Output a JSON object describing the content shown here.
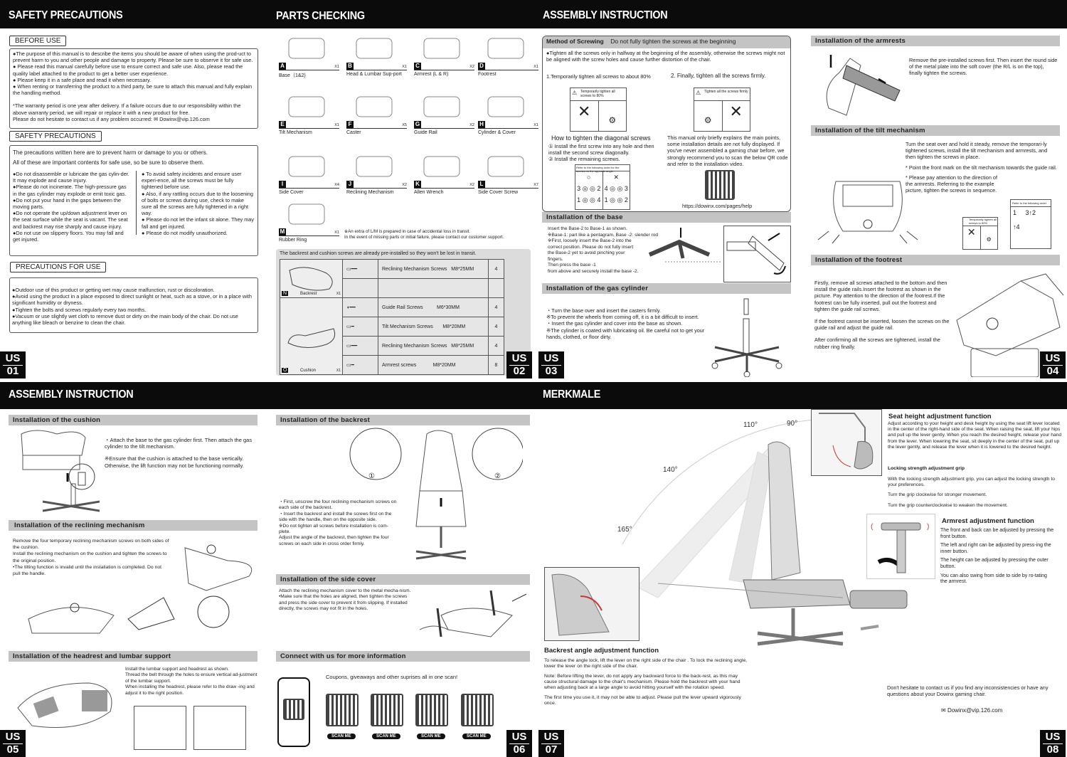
{
  "p1": {
    "title": "SAFETY PRECAUTIONS",
    "page": [
      "US",
      "01"
    ],
    "before_use": {
      "label": "BEFORE USE",
      "paras": [
        "●The purpose of this manual is to describe the items you should be aware of when using the prod-uct to prevent harm to you and other people and damage to property. Please be sure to observe it for safe use.",
        "● Please read this manual carefully before use to ensure correct and safe use. Also, please read the quality label attached to the product to get a better user experience.",
        "● Please keep it in a safe place and read it when necessary.",
        "● When renting or transferring the product to a third party, be sure to attach this manual and fully explain the handling method.",
        "*The warranty period is one year after delivery. If a failure occurs due to our responsibility within the above warranty period, we will repair or replace it with a new product for free.",
        "Please do not hesitate to contact us if any problem occurred:",
        "Dowinx@vip.126.com"
      ]
    },
    "safety": {
      "label": "SAFETY PRECAUTIONS",
      "intro": [
        "The precautions written here are to prevent harm or damage to you or others.",
        "All of these are important contents for safe use, so be sure to observe them."
      ],
      "left": [
        "●Do not disassemble or lubricate the gas cylin-der. It may explode and cause injury.",
        "●Please do not incinerate. The high-pressure gas in the gas cylinder may explode or emit toxic gas.",
        "●Do not put your hand in the gaps between the moving parts.",
        "●Do not operate the up/down adjustment lever on the seat surface while the seat is vacant. The seat and backrest may rise sharply and cause injury.",
        "●Do not use ow slippery floors. You may fall and get injured."
      ],
      "right": [
        "● To avoid safety incidents and ensure user experi-ence, all the screws must be fully tightened before use.",
        "● Also, if any rattling occurs due to the loosening of bolts or screws during use, check to make sure all the screws are fully tightened in a right way.",
        "● Please do not let the infant sit alone. They may fall and get injured.",
        "● Please do not modify unauthorized."
      ]
    },
    "use": {
      "label": "PRECAUTIONS FOR USE",
      "paras": [
        "●Outdoor use of this product or getting wet may cause malfunction, rust or discoloration.",
        "●Avoid using the product in a place exposed to direct sunlight or heat, such as a stove, or in a place with significant humidity or dryness.",
        "●Tighten the bolts and screws regularly every two months.",
        "●Vacuum or use slightly wet cloth to remove dust or dirty on the main body of  the chair. Do not use anything like bleach or benzine to clean the chair."
      ]
    }
  },
  "p2": {
    "title": "PARTS CHECKING",
    "page": [
      "US",
      "02"
    ],
    "parts": [
      {
        "letter": "A",
        "name": "Base（1&2)",
        "qty": "X1"
      },
      {
        "letter": "B",
        "name": "Head & Lumbar Sup-port",
        "qty": "X1"
      },
      {
        "letter": "C",
        "name": "Armrest (L & R)",
        "qty": "X2"
      },
      {
        "letter": "D",
        "name": "Footrest",
        "qty": "X1"
      },
      {
        "letter": "E",
        "name": "Tilt Mechanism",
        "qty": "X1"
      },
      {
        "letter": "F",
        "name": "Caster",
        "qty": "X5"
      },
      {
        "letter": "G",
        "name": "Guide Rail",
        "qty": "X2"
      },
      {
        "letter": "H",
        "name": "Cylinder & Cover",
        "qty": "X1"
      },
      {
        "letter": "I",
        "name": "Side Cover",
        "qty": "X4"
      },
      {
        "letter": "J",
        "name": "Reclining Mechanism",
        "qty": "X2"
      },
      {
        "letter": "K",
        "name": "Allen Wrench",
        "qty": "X2"
      },
      {
        "letter": "L",
        "name": "Side Cover Screw",
        "qty": "X7"
      },
      {
        "letter": "M",
        "name": "Rubber Ring",
        "qty": "X1"
      }
    ],
    "note": [
      "※An extra of L/M is prepared in case of accidental loss in transit.",
      "In the event of missing parts or initial failure, please contact our customer support."
    ],
    "screw_note": "The backrest and cushion screws are already pre-installed so they won't be lost in transit.",
    "backrest": {
      "letter": "N",
      "name": "Backrest",
      "qty": "X1"
    },
    "cushion": {
      "letter": "O",
      "name": "Cushion",
      "qty": "X1"
    },
    "screws": [
      {
        "name": "Reclining Mechanism Screws",
        "size": "M8*25MM",
        "qty": "4"
      },
      {
        "name": "Guide Rail Screws",
        "size": "M6*30MM",
        "qty": "4"
      },
      {
        "name": "Tilt Mechanism Screws",
        "size": "M8*20MM",
        "qty": "4"
      },
      {
        "name": "Reclining Mechanism Screws",
        "size": "M8*25MM",
        "qty": "4"
      },
      {
        "name": "Armrest screws",
        "size": "M8*20MM",
        "qty": "8"
      }
    ]
  },
  "p3": {
    "title": "ASSEMBLY INSTRUCTION",
    "page": [
      "US",
      "03"
    ],
    "method": {
      "head": "Method of Screwing",
      "sub": "Do not fully tighten the screws at the beginning",
      "intro": "●Tighten all the screws only in halfway at the beginning of the assembly, otherwise the screws might not be aligned with the screw holes and cause further distortion of the chair.",
      "step1": "1.Temporarily tighten all screws to about 80%",
      "step2": "2. Finally, tighten all the screws firmly.",
      "warn1": "Temporarily tighten all screws to 80%",
      "warn2": "Tighten all the screws firmly",
      "diag_title": "How to tighten the diagonal screws",
      "diag1": "① Install the first screw into any hole and then install the second screw diagonally.",
      "diag2": "② Install the remaining screws.",
      "order_note": "Refer to the following order for the screws on the opposite angle.",
      "manual_note": "This manual only briefly explains the main points, some installation details are not fully displayed. If you've never assembled a gaming chair before, we strongly recommend you to scan the below QR code and refer to the installation video.",
      "url": "https://dowinx.com/pages/help"
    },
    "base": {
      "head": "Installation of the base",
      "lines": [
        "Insert the Base-2 to Base-1 as shown.",
        "※Base-1: part like a pentagram, Base -2: slender rod",
        "※First, loosely insert the Base-2 into the correct position. Please do not fully insert the Base-2 yet to avoid pinching your fingers.",
        "Then press the base -1",
        "from above and securely install the base -2."
      ]
    },
    "gas": {
      "head": "Installation of the gas cylinder",
      "lines": [
        "・Turn the base over and insert the casters firmly.",
        "※To prevent the wheels from coming off, it is a bit difficult to insert.",
        "・Insert the gas cylinder and cover into the base as shown.",
        "※The cylinder is coated with lubricating oil. Be careful not to get your hands, clothed, or floor dirty."
      ]
    }
  },
  "p4": {
    "page": [
      "US",
      "04"
    ],
    "arm": {
      "head": "Installation of the armrests",
      "text": "Remove the pre-installed screws first. Then insert the round side of the metal plate into the soft cover (the R/L is on the top), finally tighten the screws."
    },
    "tilt": {
      "head": "Installation of the tilt mechanism",
      "lines": [
        "Turn the seat over and hold it steady, remove the temporari-ly tightened screws, install the tilt mechanism and armrests, and then tighten the screws in place.",
        "* Point the front mark on the tilt mechanism towards the guide rail.",
        "* Please pay attention to the direction of the armrests. Referring to the example picture, tighten the screws in sequence."
      ],
      "order": "Refer to the following order",
      "warn": "Temporarily tighten all screws to 80%"
    },
    "foot": {
      "head": "Installation of the footrest",
      "lines": [
        "Firstly, remove all screws attached to the bottom and then install the guide rails.Insert the footrest as shown in the picture. Pay attention to the direction of the footrest.If the footrest can be fully inserted, pull out the footrest and tighten the guide rail screws.",
        "If the footrest cannot be inserted, loosen the screws on the guide rail and adjust the guide rail.",
        "After confirming all the screws are tightened, install the rubber ring finally."
      ]
    }
  },
  "p5": {
    "title": "ASSEMBLY INSTRUCTION",
    "page": [
      "US",
      "05"
    ],
    "cushion": {
      "head": "Installation of the cushion",
      "lines": [
        "・Attach the base to the gas cylinder first. Then attach the gas cylinder to the tilt mechanism.",
        "※Ensure that the cushion is attached to the base vertically. Otherwise, the lift function may not be functioning normally."
      ]
    },
    "recline": {
      "head": "Installation of the reclining mechanism",
      "lines": [
        "Remove the four temporary reclining mechanism screws on both sides of the cushion.",
        "Install the reclining mechanism on the cushion and tighten the screws to the original position.",
        "•The tilting function is invalid until the installation is completed. Do not pull the handle."
      ]
    },
    "head": {
      "head": "Installation of the headrest and lumbar support",
      "lines": [
        "Install the lumbar support and headrest as shown.",
        "Thread the belt through the holes to ensure vertical ad-justment of the lumbar support.",
        "When installing the headrest, please refer to the draw -ing and adjust it to the right position."
      ]
    }
  },
  "p6": {
    "page": [
      "US",
      "06"
    ],
    "back": {
      "head": "Installation of the backrest",
      "lines": [
        "・First, unscrew the four reclining mechanism screws on each side of the backrest.",
        "・Insert the backrest and install the screws first on the side with the handle, then on the opposite side.",
        "※Do not tighten all screws before installation is com-plete.",
        "Adjust the angle of the backrest, then tighten the four screws on each side in cross order firmly."
      ]
    },
    "side": {
      "head": "Installation of the side cover",
      "lines": [
        "Attach the reclining mechanism cover to the metal mecha-nism.",
        "•Make sure that the holes are aligned, then tighten the screws and press the side cover to prevent it from slipping. If installed directly, the screws may not fit in the holes."
      ]
    },
    "connect": {
      "head": "Connect with us for more information",
      "text": "Coupons, giveaways and other suprises all in one scan!",
      "scan": "SCAN ME"
    }
  },
  "p7": {
    "title": "MERKMALE",
    "page": [
      "US",
      "07"
    ],
    "angles": [
      "110°",
      "90°",
      "140°",
      "165°"
    ],
    "backrest": {
      "head": "Backrest angle adjustment function",
      "lines": [
        "To release the angle lock, lift the lever on the right side of the chair . To lock the reclining angle, lower the lever on the right side of the chair.",
        "Note: Before lifting the lever, do not apply any backward force to the back-rest, as this may cause structural damage to the chair's mechanism. Please hold the backrest with your hand when adjusting back at a large angle to avoid hitting yourself with the rotation speed.",
        "The first time you use it, it may not be able to adjust. Please pull the lever upward vigorously once."
      ]
    }
  },
  "p8": {
    "page": [
      "US",
      "08"
    ],
    "seat": {
      "head": "Seat height adjustment function",
      "text": "Adjust according to your height and desk height by using the seat lift lever located in the center of the right-hand side of the seat. When raising the seat, lift your hips and pull up the lever gently. When you reach the desired height, release your hand from the lever. When lowering the seat, sit deeply in the center of the seat, pull up the lever gently, and release the lever when it is lowered to the desired height.",
      "lock_head": "Locking strength adjustment grip",
      "lock": [
        "With the locking strength adjustment grip, you can adjust the locking strength to your preferences.",
        "Turn the grip clockwise for stronger movement.",
        "Turn the grip counterclockwise to weaken the movement."
      ]
    },
    "arm": {
      "head": "Armrest adjustment function",
      "lines": [
        "The front and back can be adjusted by pressing the front button.",
        "The left and right can be adjusted by press-ing the inner button.",
        "The height can be adjusted by pressing the outer button.",
        "You can also swing from side to side by ro-tating the armrest."
      ]
    },
    "contact": "Don't hesitate to contact us if you find any inconsistencies or have any questions about your Dowinx gaming chair.",
    "email": "Dowinx@vip.126.com"
  }
}
